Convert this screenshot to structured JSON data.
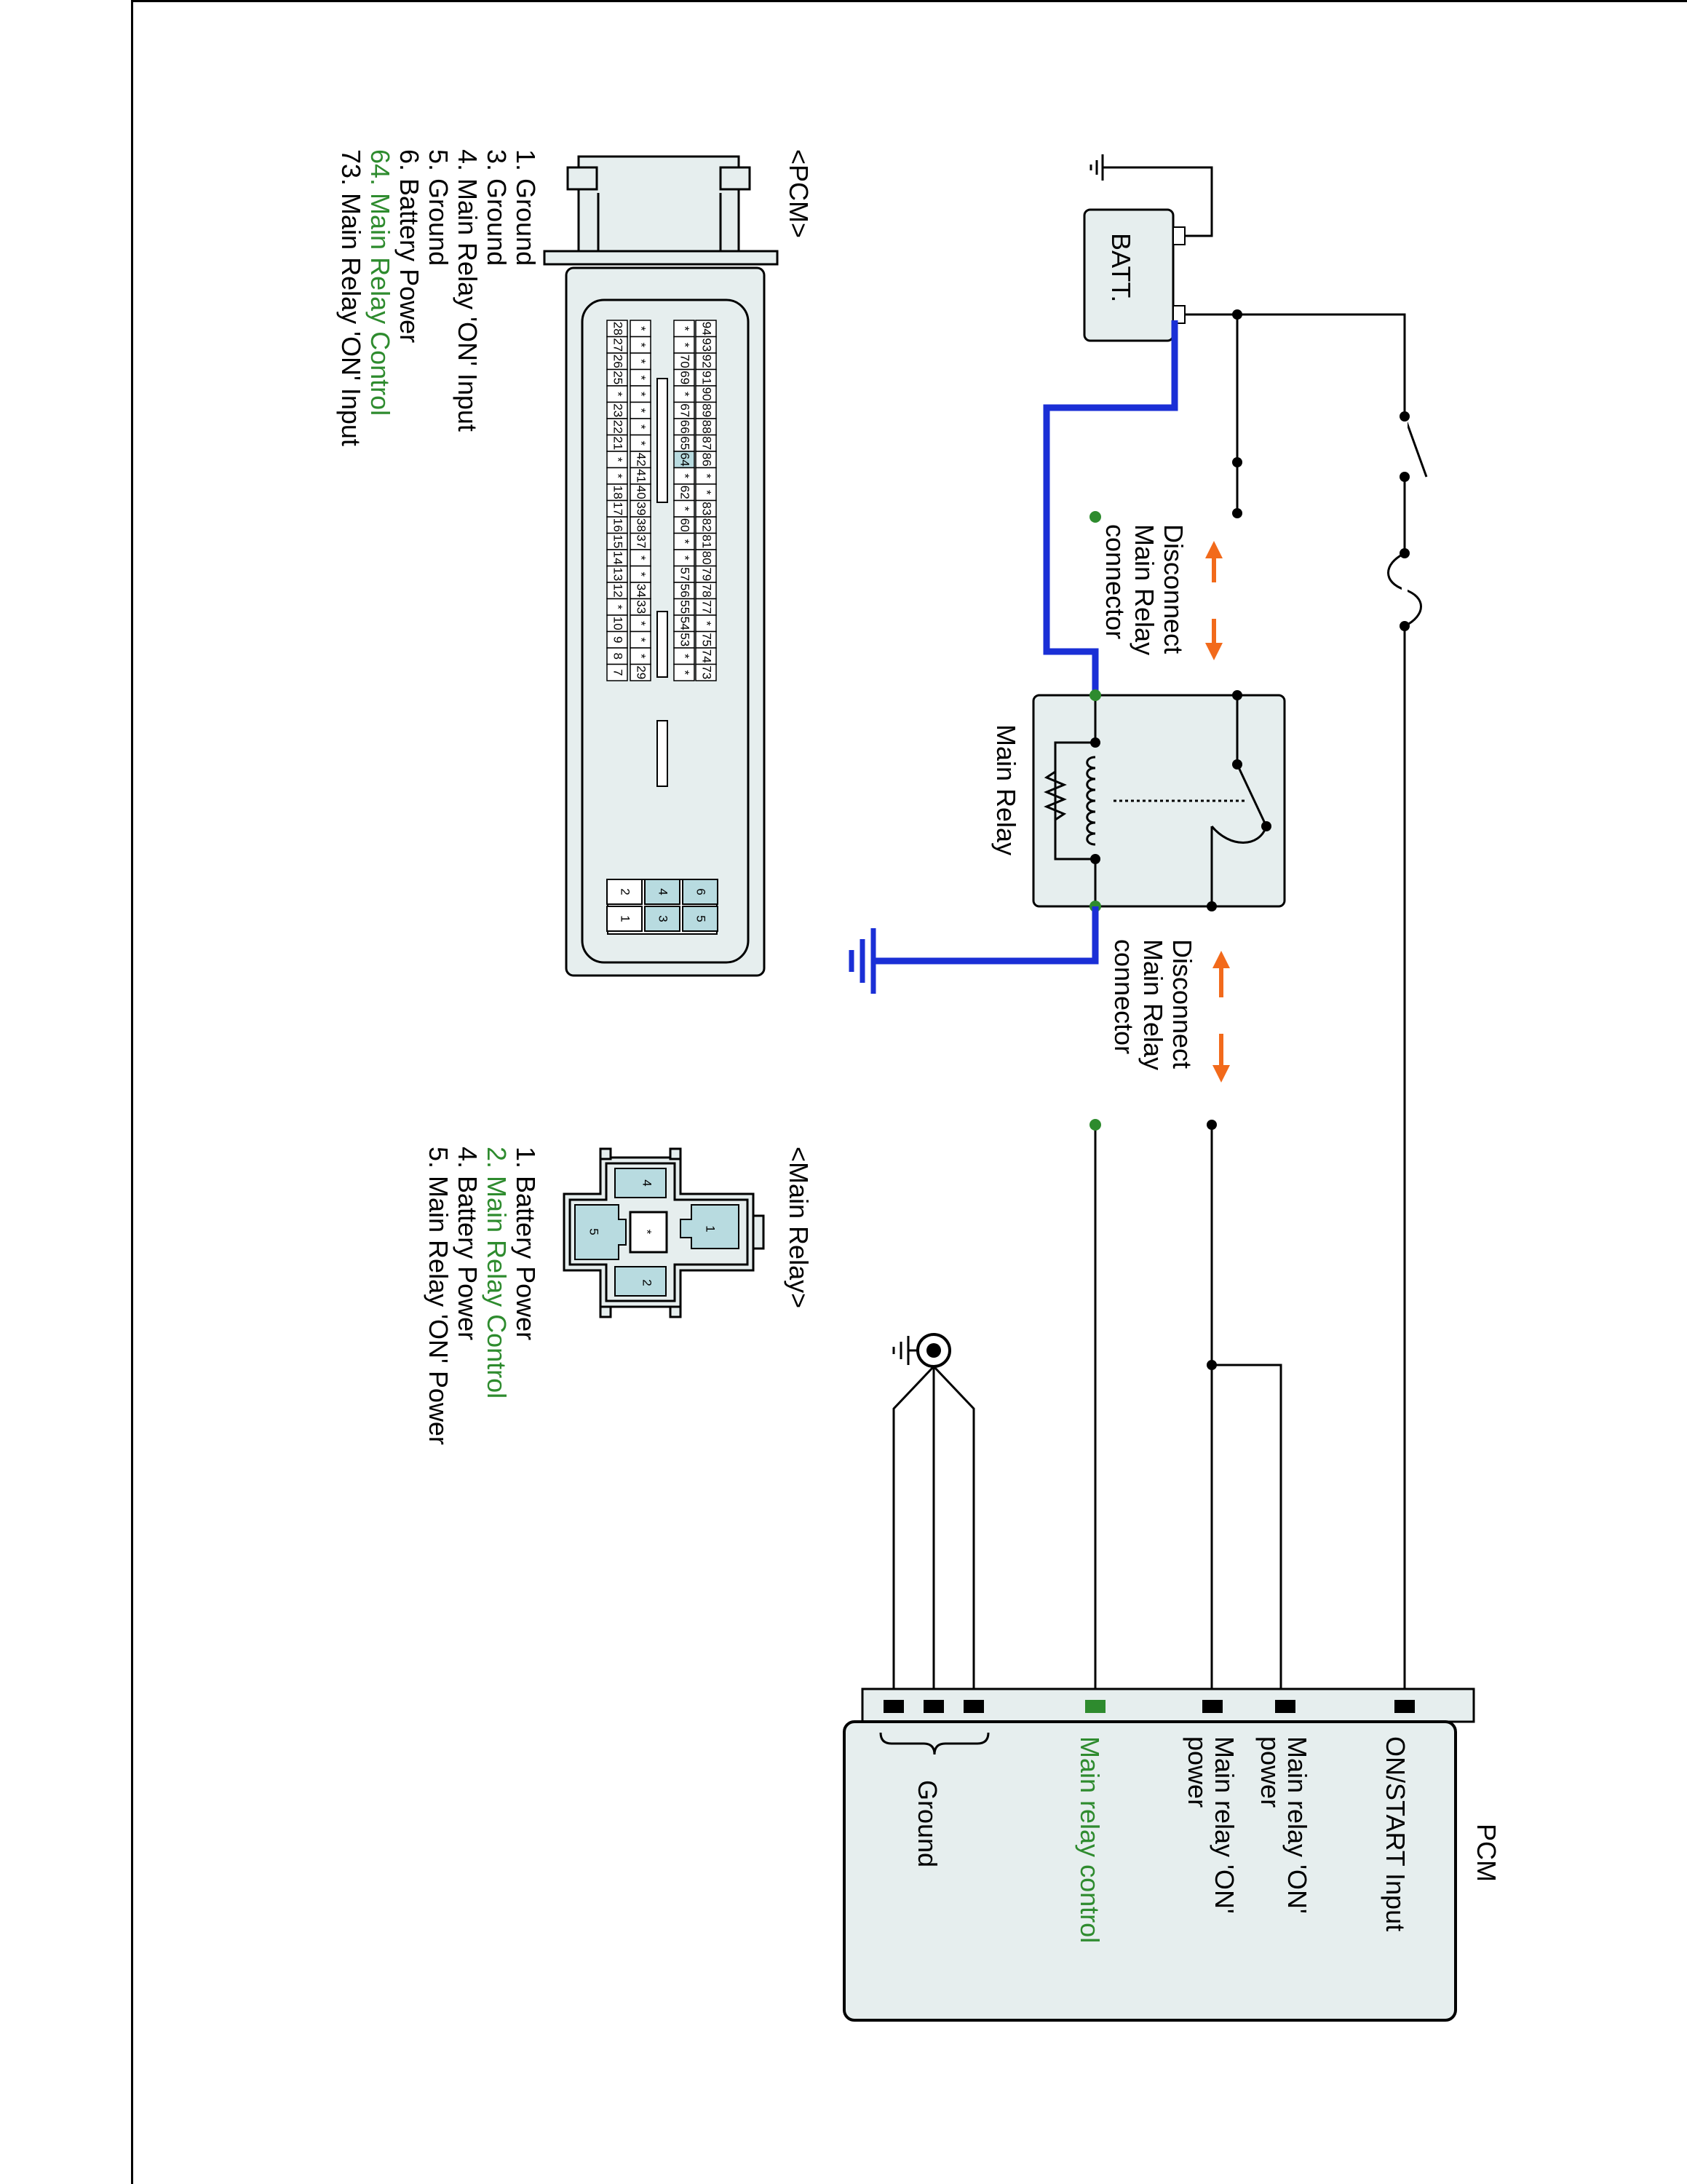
{
  "pcm_box": {
    "title": "PCM",
    "on_start_input": "ON/START Input",
    "main_relay_on_power_1": [
      "Main relay 'ON'",
      "power"
    ],
    "main_relay_on_power_2": [
      "Main relay 'ON'",
      "power"
    ],
    "main_relay_control": "Main relay control",
    "ground": "Ground"
  },
  "battery": {
    "label": "BATT."
  },
  "main_relay": {
    "label": "Main Relay"
  },
  "disconnect_top": [
    "Disconnect",
    "Main Relay",
    "connector"
  ],
  "disconnect_bottom": [
    "Disconnect",
    "Main Relay",
    "connector"
  ],
  "pcm_connector": {
    "title": "<PCM>",
    "pins": [
      {
        "text": "1. Ground",
        "highlight": false
      },
      {
        "text": "3. Ground",
        "highlight": false
      },
      {
        "text": "4. Main Relay 'ON' Input",
        "highlight": false
      },
      {
        "text": "5. Ground",
        "highlight": false
      },
      {
        "text": "6. Battery Power",
        "highlight": false
      },
      {
        "text": "64. Main Relay Control",
        "highlight": true
      },
      {
        "text": "73. Main Relay 'ON' Input",
        "highlight": false
      }
    ],
    "grid_rows": [
      [
        "94",
        "93",
        "92",
        "91",
        "90",
        "89",
        "88",
        "87",
        "86",
        "*",
        "*",
        "83",
        "82",
        "81",
        "80",
        "79",
        "78",
        "77",
        "*",
        "75",
        "74",
        "73"
      ],
      [
        "*",
        "*",
        "70",
        "69",
        "*",
        "67",
        "66",
        "65",
        "64",
        "*",
        "62",
        "*",
        "60",
        "*",
        "*",
        "57",
        "56",
        "55",
        "54",
        "53",
        "*",
        "*"
      ],
      [
        "*",
        "*",
        "*",
        "*",
        "*",
        "*",
        "*",
        "*",
        "42",
        "41",
        "40",
        "39",
        "38",
        "37",
        "*",
        "*",
        "34",
        "33",
        "*",
        "*",
        "*",
        "29"
      ],
      [
        "28",
        "27",
        "26",
        "25",
        "*",
        "23",
        "22",
        "21",
        "*",
        "*",
        "18",
        "17",
        "16",
        "15",
        "14",
        "13",
        "12",
        "*",
        "10",
        "9",
        "8",
        "7"
      ]
    ],
    "power_pins": [
      "6",
      "5",
      "4",
      "3",
      "2",
      "1"
    ]
  },
  "relay_connector": {
    "title": "<Main Relay>",
    "pins": [
      {
        "text": "1. Battery Power",
        "highlight": false
      },
      {
        "text": "2. Main Relay Control",
        "highlight": true
      },
      {
        "text": "4. Battery Power",
        "highlight": false
      },
      {
        "text": "5. Main Relay 'ON' Power",
        "highlight": false
      }
    ],
    "cavities": [
      "1",
      "2",
      "4",
      "5",
      "*"
    ]
  },
  "colors": {
    "highlight_wire": "#1a2fd6",
    "arrow": "#f26a1b",
    "green_text": "#2e8b2e",
    "connector_fill": "#b8dbe0",
    "box_fill": "#e6eeee"
  }
}
